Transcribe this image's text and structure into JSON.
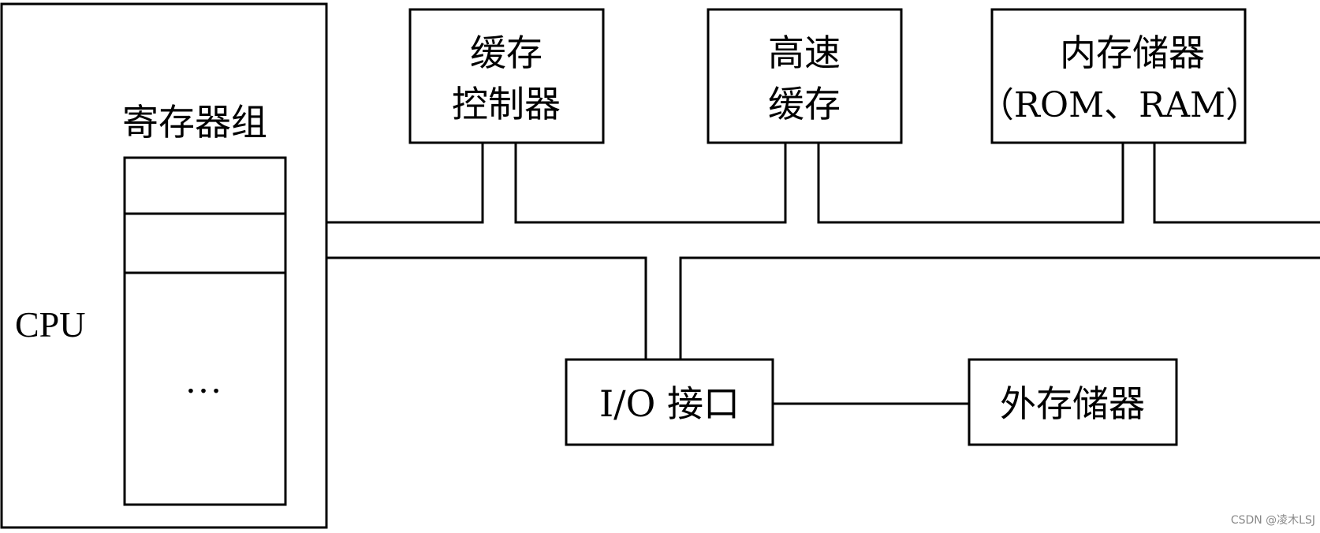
{
  "cpu": {
    "label": "CPU",
    "register_group": {
      "title": "寄存器组",
      "ellipsis": "…"
    }
  },
  "boxes": {
    "cache_controller": {
      "line1": "缓存",
      "line2": "控制器"
    },
    "cache": {
      "line1": "高速",
      "line2": "缓存"
    },
    "main_memory": {
      "line1": "内存储器",
      "line2": "（ROM、RAM）"
    },
    "io_interface": {
      "label": "I/O 接口"
    },
    "external_storage": {
      "label": "外存储器"
    }
  },
  "watermark": "CSDN @凌木LSJ"
}
